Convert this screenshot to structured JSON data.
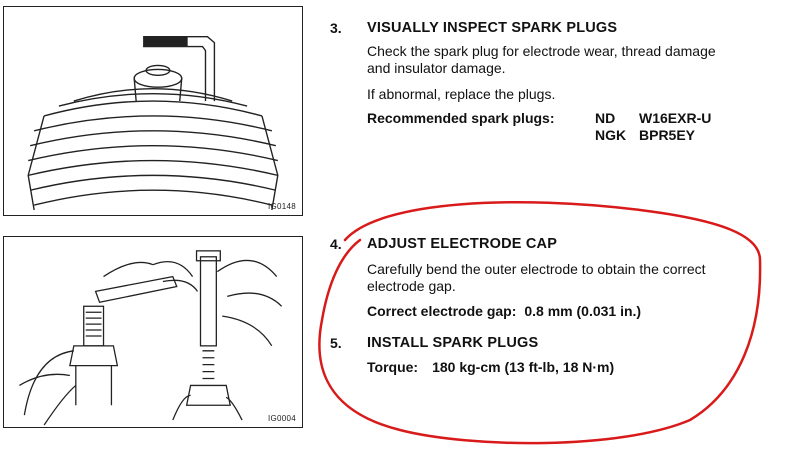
{
  "figures": [
    {
      "code": "IG0148"
    },
    {
      "code": "IG0004"
    }
  ],
  "steps": [
    {
      "number": "3.",
      "title": "VISUALLY INSPECT SPARK PLUGS",
      "body": [
        "Check the spark plug for electrode wear, thread damage",
        "and insulator damage.",
        "If abnormal, replace the plugs."
      ],
      "spec": {
        "label": "Recommended spark plugs:",
        "rows": [
          {
            "brand": "ND",
            "part": "W16EXR-U"
          },
          {
            "brand": "NGK",
            "part": "BPR5EY"
          }
        ]
      }
    },
    {
      "number": "4.",
      "title": "ADJUST ELECTRODE CAP",
      "body": [
        "Carefully bend the outer electrode to obtain the correct",
        "electrode gap."
      ],
      "spec": {
        "label": "Correct electrode gap:",
        "value": "0.8 mm (0.031 in.)"
      }
    },
    {
      "number": "5.",
      "title": "INSTALL SPARK PLUGS",
      "spec": {
        "label": "Torque:",
        "value": "180 kg-cm (13 ft-lb, 18 N·m)"
      }
    }
  ],
  "colors": {
    "ink": "#111111",
    "annotation": "#d91a1a"
  }
}
